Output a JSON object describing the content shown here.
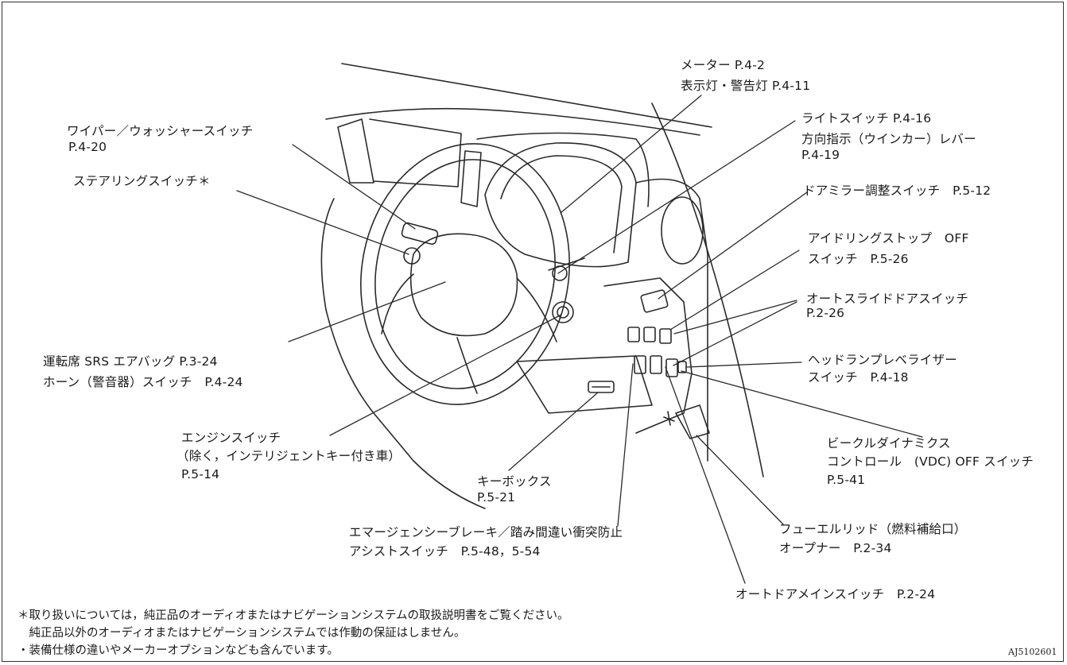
{
  "callouts": [
    {
      "id": "meter",
      "lines": [
        "メーター P.4-2",
        "表示灯・警告灯 P.4-11"
      ]
    },
    {
      "id": "wiper",
      "lines": [
        "ワイパー／ウォッシャースイッチ",
        "P.4-20"
      ]
    },
    {
      "id": "steering",
      "lines": [
        "ステアリングスイッチ＊"
      ]
    },
    {
      "id": "light",
      "lines": [
        "ライトスイッチ P.4-16",
        "方向指示（ウインカー）レバー",
        "P.4-19"
      ]
    },
    {
      "id": "mirror",
      "lines": [
        "ドアミラー調整スイッチ　P.5-12"
      ]
    },
    {
      "id": "idling",
      "lines": [
        "アイドリングストップ　OFF",
        "スイッチ　P.5-26"
      ]
    },
    {
      "id": "autoslide",
      "lines": [
        "オートスライドドアスイッチ",
        "P.2-26"
      ]
    },
    {
      "id": "airbag",
      "lines": [
        "運転席 SRS エアバッグ P.3-24",
        "ホーン（警音器）スイッチ　P.4-24"
      ]
    },
    {
      "id": "leveler",
      "lines": [
        "ヘッドランプレベライザー",
        "スイッチ　P.4-18"
      ]
    },
    {
      "id": "engine",
      "lines": [
        "エンジンスイッチ",
        "（除く，インテリジェントキー付き車）",
        "P.5-14"
      ]
    },
    {
      "id": "keybox",
      "lines": [
        "キーボックス",
        "P.5-21"
      ]
    },
    {
      "id": "vdc",
      "lines": [
        "ビークルダイナミクス",
        "コントロール　(VDC) OFF スイッチ",
        "P.5-41"
      ]
    },
    {
      "id": "emergency",
      "lines": [
        "エマージェンシーブレーキ／踏み間違い衝突防止",
        "アシストスイッチ　P.5-48，5-54"
      ]
    },
    {
      "id": "fuel",
      "lines": [
        "フューエルリッド（燃料補給口）",
        "オープナー　P.2-34"
      ]
    },
    {
      "id": "autodoor",
      "lines": [
        "オートドアメインスイッチ　P.2-24"
      ]
    }
  ],
  "notes": [
    "＊取り扱いについては，純正品のオーディオまたはナビゲーションシステムの取扱説明書をご覧ください。",
    "　純正品以外のオーディオまたはナビゲーションシステムでは作動の保証はしません。",
    "・装備仕様の違いやメーカーオプションなども含んでいます。"
  ],
  "figure_code": "AJ5102601",
  "colors": {
    "line": "#2a2a2a",
    "text": "#1a1a1a",
    "background": "#ffffff"
  }
}
